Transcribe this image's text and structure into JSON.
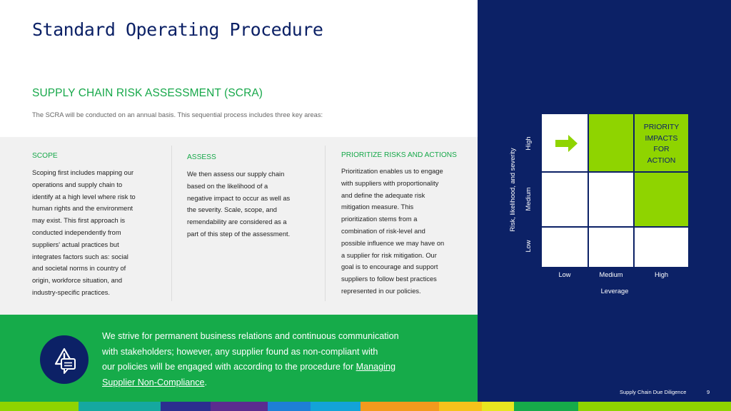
{
  "header": {
    "title": "Standard Operating Procedure"
  },
  "section": {
    "title": "SUPPLY CHAIN RISK ASSESSMENT (SCRA)",
    "intro": "The SCRA will be conducted on an annual basis. This sequential process includes three key areas:"
  },
  "columns": [
    {
      "heading": "SCOPE",
      "lines": [
        "Scoping first includes mapping our",
        "operations and supply chain to",
        "identify at a high level where risk to",
        "human rights and the environment",
        "may exist. This first  approach is",
        "conducted independently from",
        "suppliers' actual practices but",
        "integrates factors such as: social",
        "and societal norms in country of",
        "origin, workforce situation, and",
        "industry-specific practices."
      ]
    },
    {
      "heading": "ASSESS",
      "lines": [
        "We then assess our supply chain",
        "based on the likelihood of a",
        "negative impact to occur as well as",
        "the severity. Scale, scope, and",
        "remendability are considered as a",
        "part of this step of the assessment."
      ]
    },
    {
      "heading": "PRIORITIZE RISKS AND ACTIONS",
      "lines": [
        "Prioritization enables us to engage",
        "with suppliers  with proportionality",
        "and define the adequate risk",
        "mitigation measure. This",
        "prioritization stems from a",
        "combination of risk-level and",
        "possible influence we may have on",
        "a supplier for risk mitigation. Our",
        "goal is to encourage and support",
        "suppliers to follow best practices",
        "represented in our policies."
      ]
    }
  ],
  "callout": {
    "line1": "We strive for permanent business relations and continuous communication",
    "line2": "with stakeholders; however, any supplier found as non-compliant with",
    "line3": "our policies will be engaged with according to the procedure for",
    "link1": "Managing",
    "link2": "Supplier Non-Compliance",
    "end": ".",
    "icon": "warning-chat-icon"
  },
  "matrix": {
    "y_axis_label": "Risk, likelihood, and severity",
    "y_ticks": [
      "High",
      "Medium",
      "Low"
    ],
    "x_ticks": [
      "Low",
      "Medium",
      "High"
    ],
    "x_axis_label": "Leverage",
    "priority_text": [
      "PRIORITY",
      "IMPACTS",
      "FOR",
      "ACTION"
    ],
    "green_cells": [
      "high-medium",
      "high-high",
      "medium-high"
    ],
    "colors": {
      "green": "#8fd400",
      "white": "#ffffff",
      "navy": "#0c2166"
    }
  },
  "footer": {
    "label": "Supply Chain Due Diligence",
    "page": "9"
  },
  "colors": {
    "navy": "#0c2166",
    "accent_green": "#17a84a",
    "banner_green": "#16ab4a",
    "panel_grey": "#f1f1f1"
  }
}
